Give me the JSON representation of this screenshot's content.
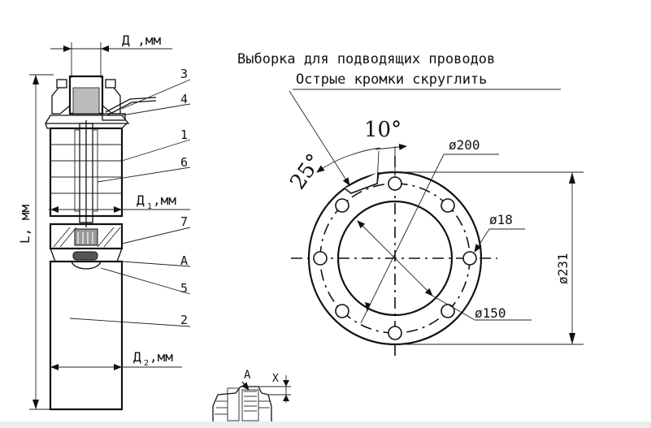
{
  "pump": {
    "dim_d": "Д ,мм",
    "dim_l": "L, мм",
    "dim_d1_main": "Д",
    "dim_d1_sub": "1",
    "dim_d1_unit": ",мм",
    "dim_d2_main": "Д",
    "dim_d2_sub": "2",
    "dim_d2_unit": ",мм",
    "callouts": [
      "3",
      "4",
      "1",
      "6",
      "7",
      "А",
      "5",
      "2"
    ],
    "detail_label": "А",
    "detail_x": "Х"
  },
  "flange": {
    "note_line1": "Выборка для подводящих проводов",
    "note_line2": "Острые кромки скруглить",
    "angle_10": "10°",
    "angle_25": "25°",
    "d200": "ø200",
    "d18": "ø18",
    "d231": "ø231",
    "d150": "ø150"
  }
}
